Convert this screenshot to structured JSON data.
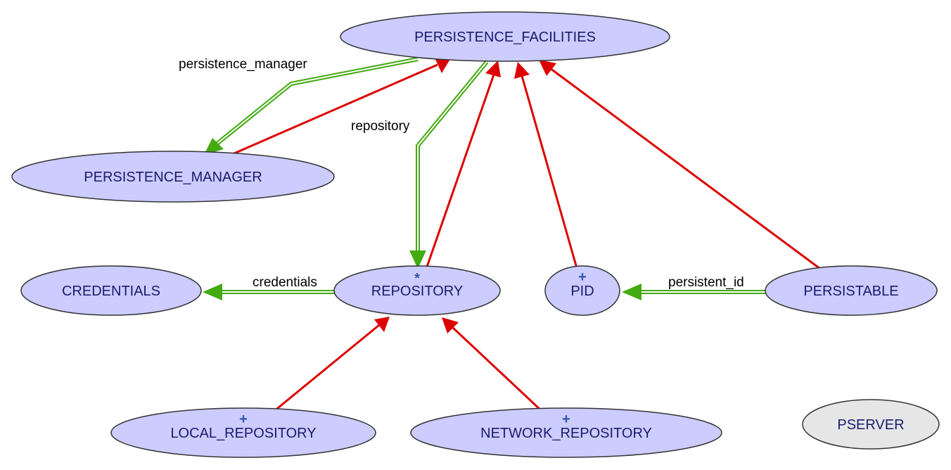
{
  "colors": {
    "node_fill": "#ccccff",
    "node_fill_standalone": "#e6e6e6",
    "inheritance_edge": "#dd0000",
    "client_edge": "#44aa11",
    "label_text": "#1a1a6e",
    "marker": "#3355aa"
  },
  "nodes": {
    "persistence_facilities": {
      "label": "PERSISTENCE_FACILITIES",
      "marker": ""
    },
    "persistence_manager": {
      "label": "PERSISTENCE_MANAGER",
      "marker": ""
    },
    "credentials": {
      "label": "CREDENTIALS",
      "marker": ""
    },
    "repository": {
      "label": "REPOSITORY",
      "marker": "*"
    },
    "pid": {
      "label": "PID",
      "marker": "+"
    },
    "persistable": {
      "label": "PERSISTABLE",
      "marker": ""
    },
    "local_repository": {
      "label": "LOCAL_REPOSITORY",
      "marker": "+"
    },
    "network_repository": {
      "label": "NETWORK_REPOSITORY",
      "marker": "+"
    },
    "pserver": {
      "label": "PSERVER",
      "marker": ""
    }
  },
  "edge_labels": {
    "persistence_manager": "persistence_manager",
    "repository": "repository",
    "credentials": "credentials",
    "persistent_id": "persistent_id"
  }
}
